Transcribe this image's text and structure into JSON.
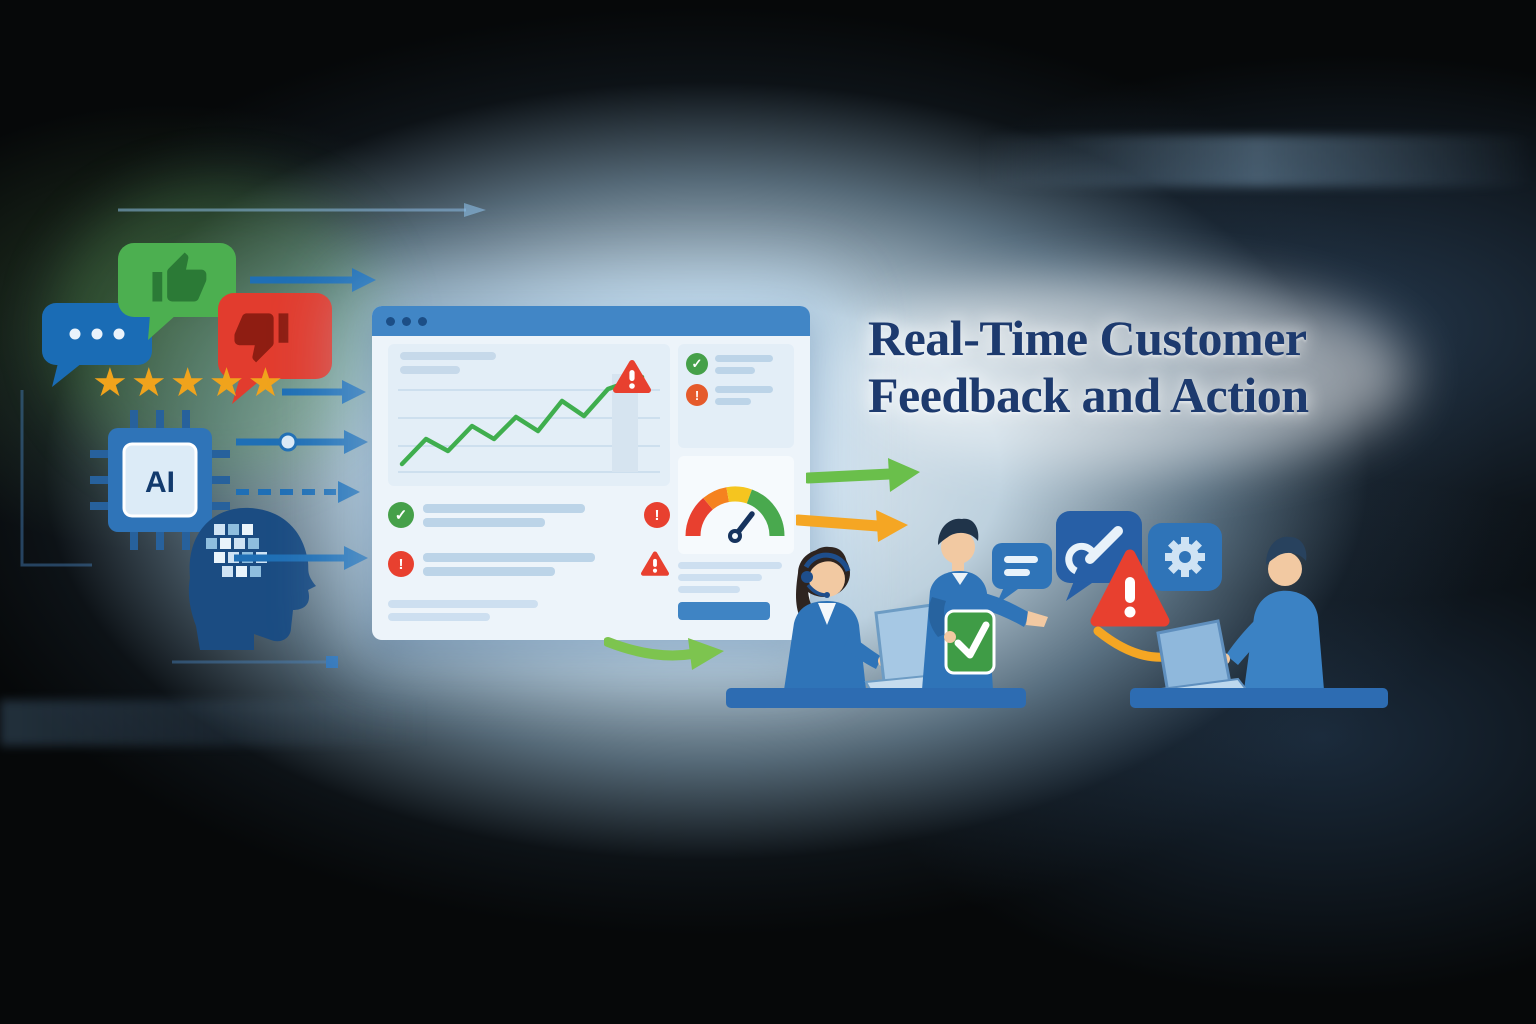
{
  "title": {
    "line1": "Real-Time Customer",
    "line2": "Feedback and Action"
  },
  "glyphs": {
    "stars": "★★★★★",
    "check": "✓",
    "exclaim": "!",
    "ai": "AI"
  },
  "colors": {
    "bubble_blue": "#1a6cb5",
    "bubble_green": "#4caf50",
    "bubble_red": "#e23c2e",
    "star_orange": "#f0a31c",
    "arrow_blue": "#1f6fb5",
    "arrow_green": "#6abf4b",
    "arrow_orange": "#f5a623",
    "chart_green": "#3fae4e",
    "alert_red": "#e8402f",
    "title_navy": "#1d3a6e",
    "window_header_blue": "#4186c6",
    "person_blue": "#2f74b8",
    "skin": "#f2c9a2"
  },
  "left_flow": {
    "icons": [
      "chat-bubble-dots",
      "thumbs-up-bubble",
      "thumbs-down-bubble",
      "star-rating",
      "ai-chip",
      "ai-head-profile"
    ],
    "star_count": 5,
    "arrows": [
      "solid",
      "solid",
      "solid-with-node",
      "dashed",
      "solid"
    ]
  },
  "dashboard": {
    "kind": "analytics-window",
    "header_dots": 3,
    "chart": {
      "type": "line",
      "values": [
        22,
        44,
        34,
        58,
        46,
        68,
        55,
        84,
        68,
        95,
        104
      ],
      "trend": "up",
      "color": "#3fae4e",
      "annotation": "spike-alert-triangle"
    },
    "rows": [
      {
        "left_icon": "check-circle",
        "right_icon": "alert-circle"
      },
      {
        "left_icon": "alert-circle",
        "right_icon": "alert-triangle"
      }
    ],
    "side_panel": {
      "items": [
        {
          "icon": "check-circle"
        },
        {
          "icon": "alert-circle"
        }
      ],
      "gauge": {
        "type": "gauge",
        "segments": [
          {
            "color": "#e8402f"
          },
          {
            "color": "#f5821f"
          },
          {
            "color": "#f5c51f"
          },
          {
            "color": "#49a94e"
          }
        ],
        "needle_fraction": 0.7
      }
    }
  },
  "action_scene": {
    "people": [
      "support-agent-headset-laptop",
      "lead-with-tablet-pointing",
      "analyst-at-laptop"
    ],
    "bubbles": [
      "message-lines",
      "wrench",
      "gear"
    ],
    "alerts": [
      "warning-triangle"
    ],
    "tablet_status": "check"
  }
}
